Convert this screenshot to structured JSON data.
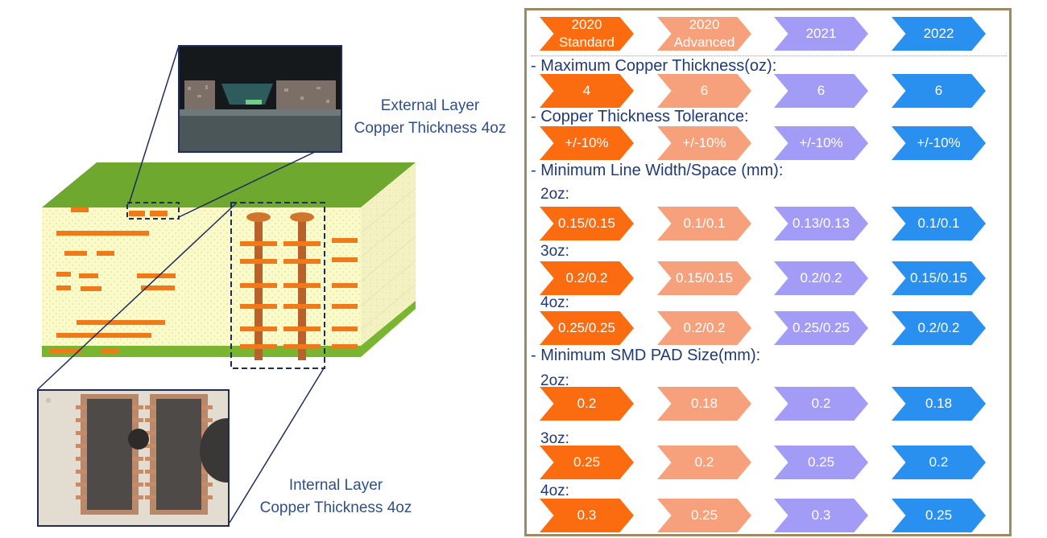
{
  "captions": {
    "external": [
      "External Layer",
      "Copper Thickness 4oz"
    ],
    "internal": [
      "Internal Layer",
      "Copper Thickness  4oz"
    ]
  },
  "table": {
    "headers": [
      [
        "2020",
        "Standard"
      ],
      [
        "2020",
        "Advanced"
      ],
      [
        "2021",
        ""
      ],
      [
        "2022",
        ""
      ]
    ],
    "colors": [
      "#fb6b0f",
      "#f6a17b",
      "#a39cf6",
      "#2a90f0"
    ],
    "sections": {
      "max_copper": {
        "title": "- Maximum Copper Thickness(oz):",
        "values": [
          "4",
          "6",
          "6",
          "6"
        ]
      },
      "tolerance": {
        "title": "- Copper Thickness Tolerance:",
        "values": [
          "+/-10%",
          "+/-10%",
          "+/-10%",
          "+/-10%"
        ]
      },
      "line_width": {
        "title": "- Minimum Line Width/Space (mm):",
        "rows": [
          {
            "label": "2oz:",
            "values": [
              "0.15/0.15",
              "0.1/0.1",
              "0.13/0.13",
              "0.1/0.1"
            ]
          },
          {
            "label": "3oz:",
            "values": [
              "0.2/0.2",
              "0.15/0.15",
              "0.2/0.2",
              "0.15/0.15"
            ]
          },
          {
            "label": "4oz:",
            "values": [
              "0.25/0.25",
              "0.2/0.2",
              "0.25/0.25",
              "0.2/0.2"
            ]
          }
        ]
      },
      "smd_pad": {
        "title": "- Minimum SMD PAD Size(mm):",
        "rows": [
          {
            "label": "2oz:",
            "values": [
              "0.2",
              "0.18",
              "0.2",
              "0.18"
            ]
          },
          {
            "label": "3oz:",
            "values": [
              "0.25",
              "0.2",
              "0.25",
              "0.2"
            ]
          },
          {
            "label": "4oz:",
            "values": [
              "0.3",
              "0.25",
              "0.3",
              "0.25"
            ]
          }
        ]
      }
    }
  }
}
